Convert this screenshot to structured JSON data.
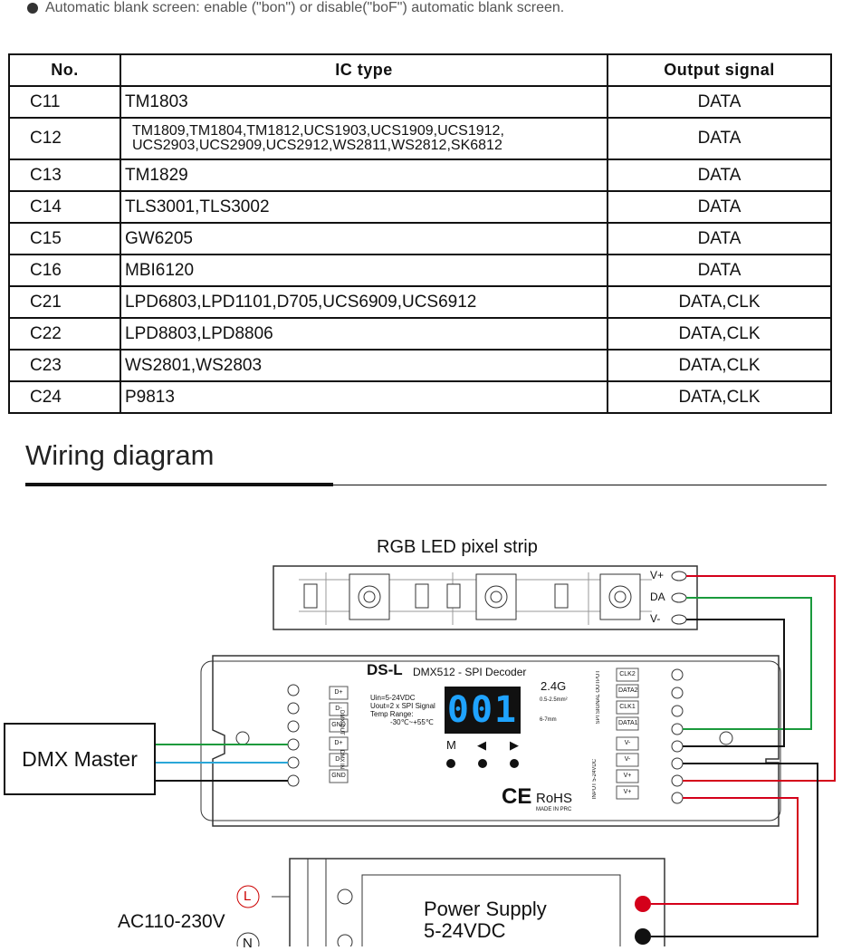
{
  "note": "Automatic blank screen: enable (\"bon\") or disable(\"boF\") automatic blank screen.",
  "table": {
    "headers": [
      "No.",
      "IC type",
      "Output signal"
    ],
    "rows": [
      {
        "no": "C11",
        "ic": "TM1803",
        "out": "DATA"
      },
      {
        "no": "C12",
        "ic": "TM1809,TM1804,TM1812,UCS1903,UCS1909,UCS1912,",
        "ic2": "UCS2903,UCS2909,UCS2912,WS2811,WS2812,SK6812",
        "out": "DATA"
      },
      {
        "no": "C13",
        "ic": "TM1829",
        "out": "DATA"
      },
      {
        "no": "C14",
        "ic": "TLS3001,TLS3002",
        "out": "DATA"
      },
      {
        "no": "C15",
        "ic": "GW6205",
        "out": "DATA"
      },
      {
        "no": "C16",
        "ic": "MBI6120",
        "out": "DATA"
      },
      {
        "no": "C21",
        "ic": "LPD6803,LPD1101,D705,UCS6909,UCS6912",
        "out": "DATA,CLK"
      },
      {
        "no": "C22",
        "ic": "LPD8803,LPD8806",
        "out": "DATA,CLK"
      },
      {
        "no": "C23",
        "ic": "WS2801,WS2803",
        "out": "DATA,CLK"
      },
      {
        "no": "C24",
        "ic": "P9813",
        "out": "DATA,CLK"
      }
    ]
  },
  "section_title": "Wiring diagram",
  "diagram": {
    "strip_title": "RGB LED pixel strip",
    "strip_terminals": [
      "V+",
      "DA",
      "V-"
    ],
    "dmx_master": "DMX Master",
    "decoder": {
      "model": "DS-L",
      "subtitle": "DMX512 - SPI Decoder",
      "spec_lines": [
        "Uin=5-24VDC",
        "Uout=2 x SPI Signal",
        "Temp Range:",
        "-30℃~+55℃"
      ],
      "rf": "2.4G",
      "display": "001",
      "buttons": [
        "M",
        "◀",
        "▶"
      ],
      "ce": "CE",
      "rohs": "RoHS",
      "made_in": "MADE IN PRC",
      "dmx_out_terms": [
        "D+",
        "D-",
        "GND"
      ],
      "dmx_in_terms": [
        "D+",
        "D-",
        "GND"
      ],
      "dmx_out_label": "DMX OUT",
      "dmx_in_label": "DMX IN",
      "spi_terms": [
        "CLK2",
        "DATA2",
        "CLK1",
        "DATA1"
      ],
      "spi_label": "SPI SIGNAL OUTPUT",
      "input_terms": [
        "V-",
        "V-",
        "V+",
        "V+"
      ],
      "input_label": "INPUT 5-24VDC",
      "wire_size": "0.5-2.5mm²",
      "strip_len": "6-7mm"
    },
    "power_supply": [
      "Power Supply",
      "5-24VDC"
    ],
    "ac_label": "AC110-230V",
    "ac_terms": [
      "L",
      "N"
    ]
  }
}
